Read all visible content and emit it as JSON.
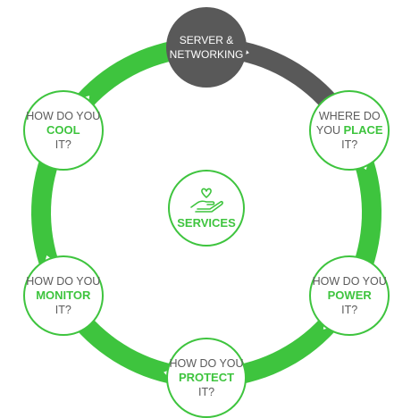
{
  "center": {
    "icon": "hand-heart-icon",
    "label": "SERVICES"
  },
  "nodes": [
    {
      "id": "server-networking",
      "lines": [
        "SERVER &",
        "NETWORKING"
      ],
      "highlight_index": -1,
      "style": "dark"
    },
    {
      "id": "place",
      "lines": [
        "WHERE DO",
        "YOU PLACE",
        "IT?"
      ],
      "highlight_index": 1,
      "highlight_text": "PLACE"
    },
    {
      "id": "power",
      "lines": [
        "HOW DO YOU",
        "POWER",
        "IT?"
      ],
      "highlight_index": 1
    },
    {
      "id": "protect",
      "lines": [
        "HOW DO YOU",
        "PROTECT",
        "IT?"
      ],
      "highlight_index": 1
    },
    {
      "id": "monitor",
      "lines": [
        "HOW DO YOU",
        "MONITOR",
        "IT?"
      ],
      "highlight_index": 1
    },
    {
      "id": "cool",
      "lines": [
        "HOW DO YOU",
        "COOL",
        "IT?"
      ],
      "highlight_index": 1
    }
  ],
  "colors": {
    "green": "#3ec43e",
    "dark": "#595959",
    "text_gray": "#5b5b5b"
  }
}
